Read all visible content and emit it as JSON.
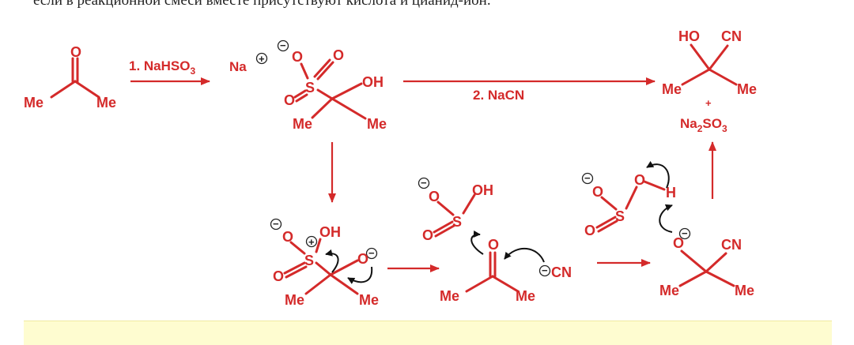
{
  "page": {
    "top_text": "если в реакционной смеси вместе присутствуют кислота и цианид-ион."
  },
  "labels": {
    "me": "Me",
    "o": "O",
    "s": "S",
    "oh": "OH",
    "h": "H",
    "cn": "CN",
    "ho": "HO",
    "na": "Na",
    "plus": "+",
    "minus": "−",
    "step1_prefix": "1. NaHSO",
    "step1_sub": "3",
    "step2": "2. NaCN",
    "na2so3_a": "Na",
    "na2so3_b": "2",
    "na2so3_c": "SO",
    "na2so3_d": "3"
  },
  "colors": {
    "structure": "#d42a2a",
    "charges": "#222222",
    "note_background": "#fefcd0"
  }
}
